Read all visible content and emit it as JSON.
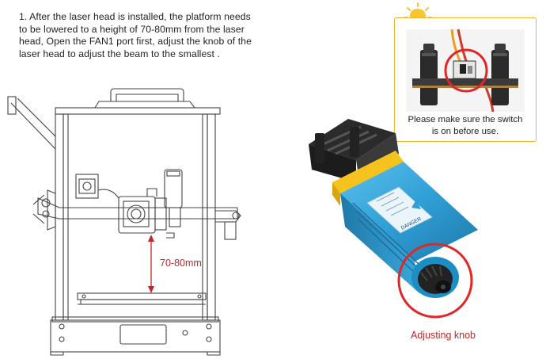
{
  "instruction": {
    "lines": [
      "1. After the laser head is installed, the platform needs",
      "to be lowered to a height of 70-80mm from the laser",
      "head, Open the FAN1 port first, adjust the knob of the",
      "laser head to adjust the beam to the smallest ."
    ]
  },
  "measurement": {
    "label": "70-80mm"
  },
  "note": {
    "lines": [
      "Please make sure the switch",
      "is on before use."
    ]
  },
  "laser_module": {
    "warning_label": "DANGER",
    "knob_caption": "Adjusting knob"
  },
  "colors": {
    "accent_red": "#c0282b",
    "note_border": "#f0b429",
    "module_blue": "#2f9fd6",
    "bulb_yellow": "#f7c531"
  },
  "icons": [
    "lightbulb-icon"
  ]
}
